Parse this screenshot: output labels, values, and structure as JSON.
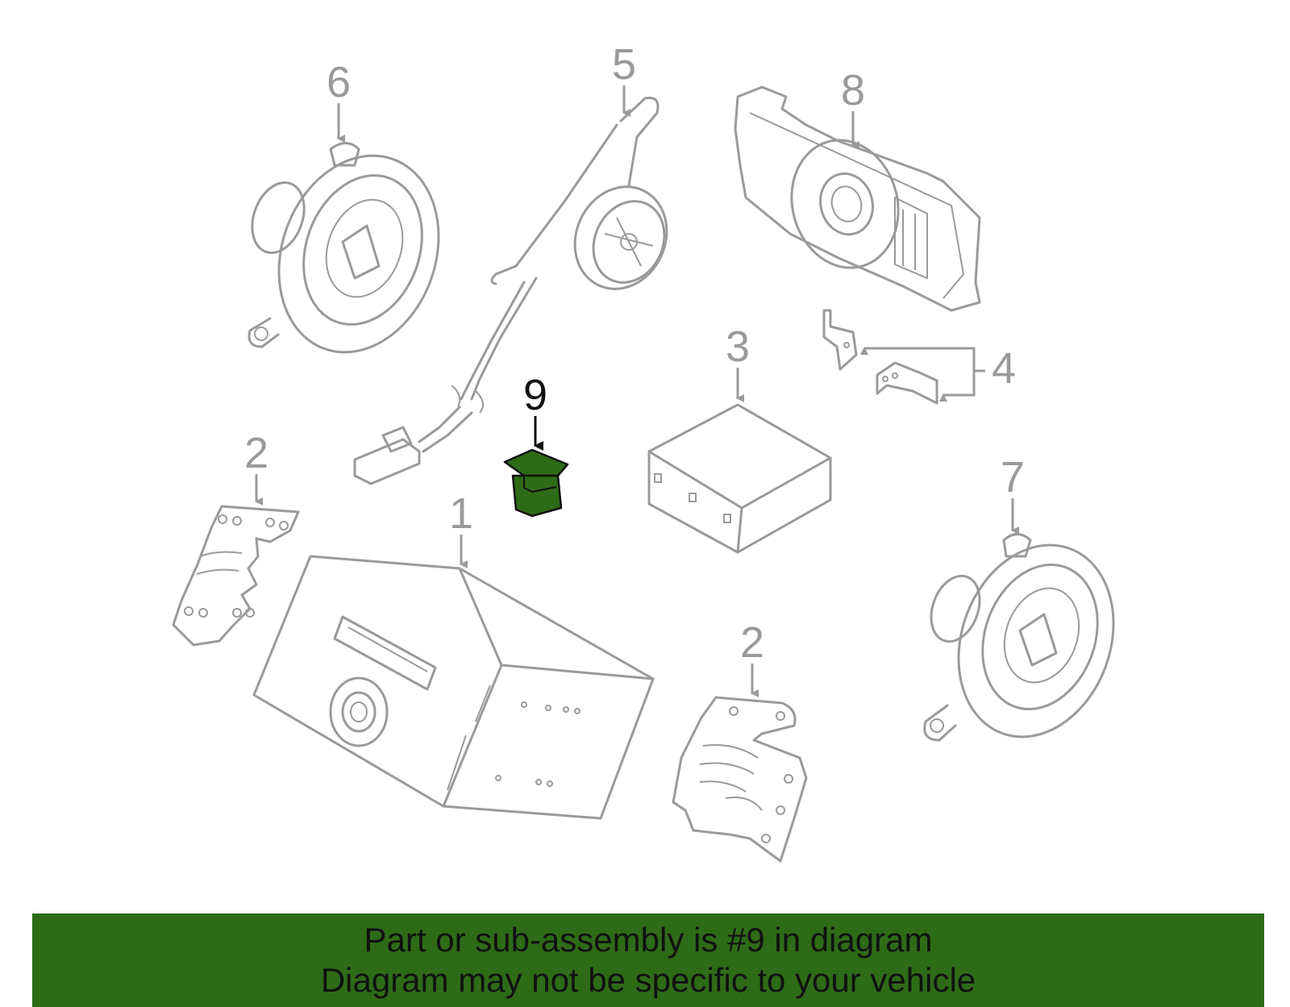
{
  "colors": {
    "highlight": "#2e6b17",
    "banner": "#2e6b17",
    "part_outline": "#9a9a9a",
    "active_callout": "#111111"
  },
  "callouts": [
    {
      "id": "1",
      "label": "1"
    },
    {
      "id": "2a",
      "label": "2"
    },
    {
      "id": "2b",
      "label": "2"
    },
    {
      "id": "3",
      "label": "3"
    },
    {
      "id": "4",
      "label": "4"
    },
    {
      "id": "5",
      "label": "5"
    },
    {
      "id": "6",
      "label": "6"
    },
    {
      "id": "7",
      "label": "7"
    },
    {
      "id": "8",
      "label": "8"
    },
    {
      "id": "9",
      "label": "9",
      "highlighted": true
    }
  ],
  "banner": {
    "line1": "Part or sub-assembly is #9 in diagram",
    "line2": "Diagram may not be specific to your vehicle"
  }
}
